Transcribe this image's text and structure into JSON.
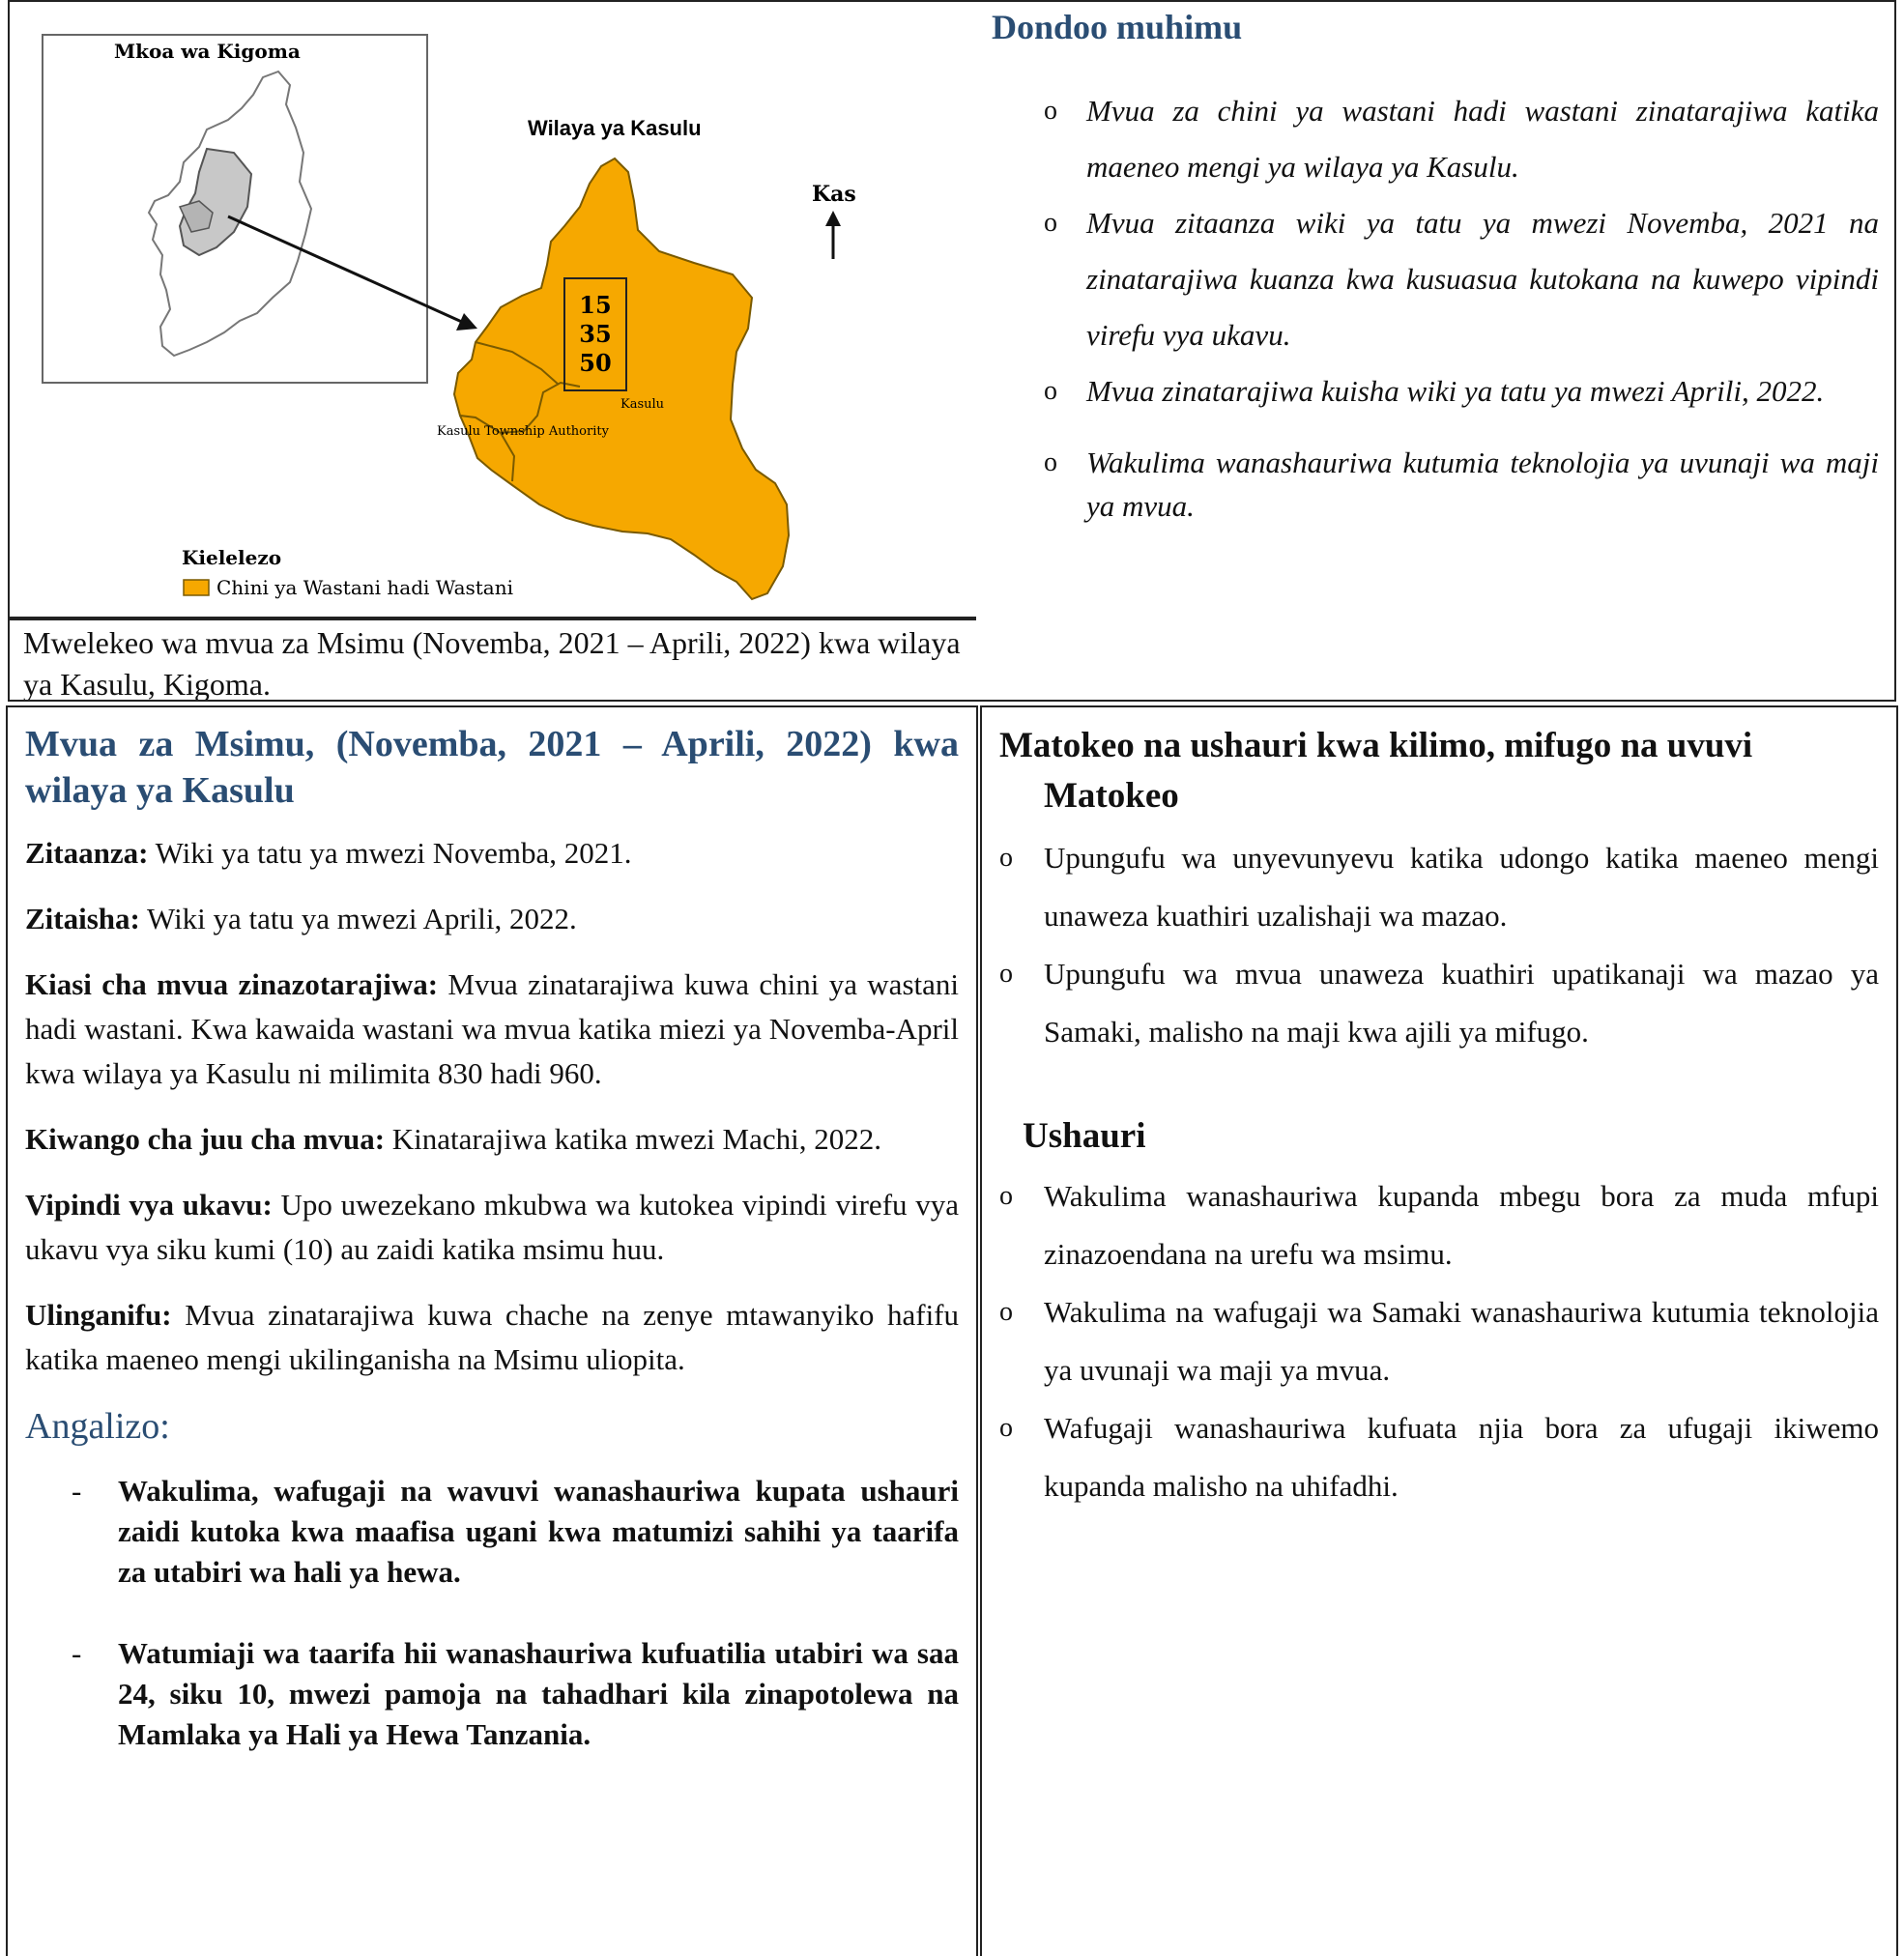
{
  "map": {
    "region_label": "Mkoa wa Kigoma",
    "district_label": "Wilaya ya Kasulu",
    "north_label": "Kas",
    "numbers": [
      "15",
      "35",
      "50"
    ],
    "town_label": "Kasulu",
    "township_label": "Kasulu Township Authority",
    "legend_title": "Kielelezo",
    "legend_item": "Chini ya Wastani hadi Wastani",
    "colors": {
      "forecast_fill": "#f6a800",
      "region_highlight": "#c8c8c8",
      "outline": "#555555"
    }
  },
  "caption": "Mwelekeo wa mvua za Msimu (Novemba, 2021 – Aprili, 2022) kwa wilaya ya Kasulu, Kigoma.",
  "dondoo": {
    "title": "Dondoo muhimu",
    "items": [
      "Mvua za chini ya wastani hadi wastani zinatarajiwa katika maeneo mengi ya wilaya ya Kasulu.",
      "Mvua zitaanza wiki ya tatu ya mwezi Novemba, 2021 na zinatarajiwa kuanza kwa kusuasua kutokana na kuwepo vipindi virefu vya ukavu.",
      "Mvua zinatarajiwa kuisha wiki ya tatu ya mwezi Aprili, 2022.",
      "Wakulima wanashauriwa kutumia teknolojia ya uvunaji wa maji ya mvua."
    ]
  },
  "season": {
    "title": "Mvua za Msimu, (Novemba, 2021 – Aprili, 2022) kwa wilaya ya Kasulu",
    "paragraphs": [
      {
        "label": "Zitaanza:",
        "text": " Wiki ya tatu ya mwezi Novemba, 2021."
      },
      {
        "label": "Zitaisha:",
        "text": " Wiki ya tatu ya mwezi Aprili, 2022."
      },
      {
        "label": "Kiasi cha mvua zinazotarajiwa:",
        "text": " Mvua zinatarajiwa kuwa chini ya wastani hadi wastani. Kwa kawaida wastani wa mvua katika miezi ya Novemba-April kwa wilaya ya Kasulu ni milimita 830 hadi 960."
      },
      {
        "label": "Kiwango cha juu cha mvua:",
        "text": " Kinatarajiwa katika mwezi Machi, 2022."
      },
      {
        "label": "Vipindi vya ukavu:",
        "text": " Upo uwezekano mkubwa wa kutokea vipindi virefu vya ukavu vya siku kumi (10) au zaidi katika msimu huu."
      },
      {
        "label": "Ulinganifu:",
        "text": " Mvua zinatarajiwa kuwa chache na zenye mtawanyiko hafifu katika maeneo mengi ukilinganisha na Msimu uliopita."
      }
    ],
    "angalizo_title": "Angalizo:",
    "angalizo_items": [
      "Wakulima, wafugaji na wavuvi wanashauriwa kupata ushauri zaidi kutoka kwa maafisa ugani kwa matumizi sahihi ya taarifa za utabiri wa hali ya hewa.",
      "Watumiaji wa taarifa hii wanashauriwa kufuatilia utabiri wa saa 24, siku 10, mwezi pamoja na tahadhari kila zinapotolewa na Mamlaka ya Hali ya Hewa Tanzania."
    ]
  },
  "advice": {
    "title": "Matokeo na ushauri kwa kilimo, mifugo na uvuvi",
    "matokeo_title": "Matokeo",
    "matokeo_items": [
      "Upungufu wa unyevunyevu katika udongo katika maeneo mengi unaweza kuathiri uzalishaji wa mazao.",
      "Upungufu wa mvua unaweza kuathiri upatikanaji wa mazao ya Samaki, malisho na maji kwa ajili ya mifugo."
    ],
    "ushauri_title": "Ushauri",
    "ushauri_items": [
      "Wakulima wanashauriwa kupanda mbegu bora za muda mfupi zinazoendana na urefu wa msimu.",
      "Wakulima na wafugaji wa Samaki wanashauriwa kutumia teknolojia ya uvunaji wa maji ya mvua.",
      "Wafugaji wanashauriwa kufuata njia bora za ufugaji ikiwemo kupanda malisho na uhifadhi."
    ]
  },
  "bullet_glyph": "o",
  "dash_glyph": "-"
}
